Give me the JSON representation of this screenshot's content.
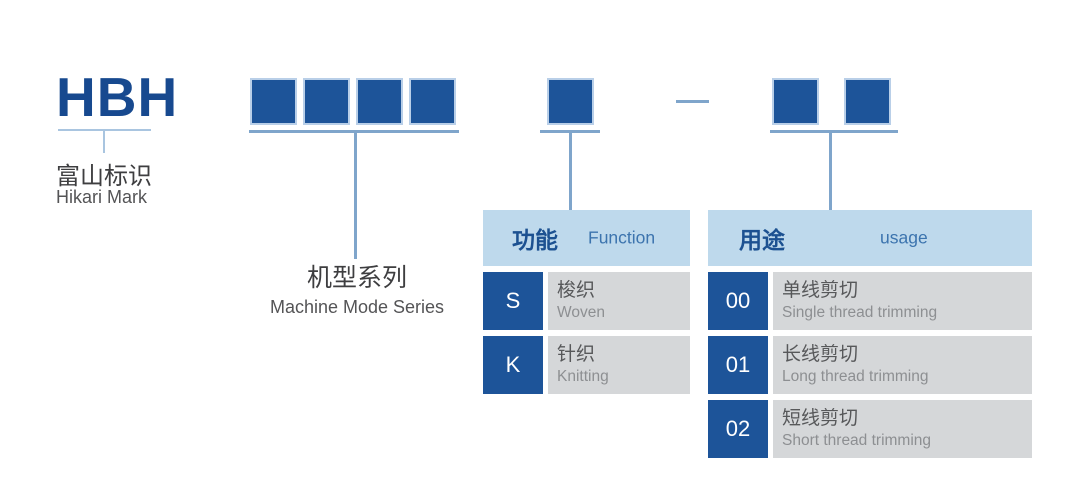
{
  "brand": {
    "mark": "HBH",
    "label_zh": "富山标识",
    "label_en": "Hikari Mark"
  },
  "series": {
    "label_zh": "机型系列",
    "label_en": "Machine Mode Series"
  },
  "function_table": {
    "header_zh": "功能",
    "header_en": "Function",
    "rows": [
      {
        "code": "S",
        "label_zh": "梭织",
        "label_en": "Woven"
      },
      {
        "code": "K",
        "label_zh": "针织",
        "label_en": "Knitting"
      }
    ]
  },
  "usage_table": {
    "header_zh": "用途",
    "header_en": "usage",
    "rows": [
      {
        "code": "00",
        "label_zh": "单线剪切",
        "label_en": "Single thread trimming"
      },
      {
        "code": "01",
        "label_zh": "长线剪切",
        "label_en": "Long thread trimming"
      },
      {
        "code": "02",
        "label_zh": "短线剪切",
        "label_en": "Short thread trimming"
      }
    ]
  },
  "colors": {
    "brand_blue": "#17498f",
    "box_blue": "#1d5499",
    "box_border": "#b9cfe8",
    "header_bg": "#bed9ec",
    "header_zh_text": "#1c5191",
    "header_en_text": "#3c74ae",
    "cell_bg": "#d5d7d9",
    "cell_zh_text": "#57585a",
    "cell_en_text": "#8d8f92",
    "connector_line": "#7fa5cb"
  }
}
